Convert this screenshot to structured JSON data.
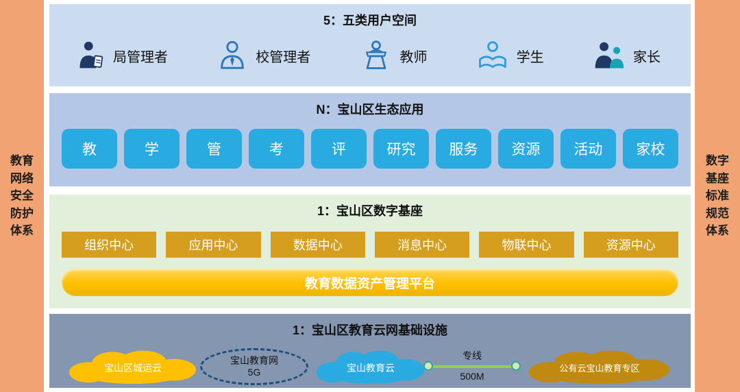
{
  "sidebar_left": {
    "lines": [
      "教育",
      "网络",
      "安全",
      "防护",
      "体系"
    ]
  },
  "sidebar_right": {
    "lines": [
      "数字",
      "基座",
      "标准",
      "规范",
      "体系"
    ]
  },
  "user_space": {
    "title": "5：五类用户空间",
    "users": [
      {
        "label": "局管理者",
        "icon": "bureau-admin-icon"
      },
      {
        "label": "校管理者",
        "icon": "school-admin-icon"
      },
      {
        "label": "教师",
        "icon": "teacher-icon"
      },
      {
        "label": "学生",
        "icon": "student-icon"
      },
      {
        "label": "家长",
        "icon": "parents-icon"
      }
    ]
  },
  "apps": {
    "title": "N：宝山区生态应用",
    "items": [
      "教",
      "学",
      "管",
      "考",
      "评",
      "研究",
      "服务",
      "资源",
      "活动",
      "家校"
    ]
  },
  "base": {
    "title": "1：宝山区数字基座",
    "centers": [
      "组织中心",
      "应用中心",
      "数据中心",
      "消息中心",
      "物联中心",
      "资源中心"
    ],
    "platform": "教育数据资产管理平台"
  },
  "infra": {
    "title": "1：宝山区教育云网基础设施",
    "cloud_city": "宝山区城运云",
    "network_line1": "宝山教育网",
    "network_line2": "5G",
    "cloud_edu": "宝山教育云",
    "link_top": "专线",
    "link_bottom": "500M",
    "cloud_public": "公有云宝山教育专区"
  },
  "colors": {
    "pillar_orange": "#F2A374",
    "band_users_blue": "#CBDCF1",
    "band_apps_blue": "#B4C7E7",
    "band_base_green": "#E2EFDA",
    "band_infra_gray": "#8496B0",
    "tile_cyan": "#29ABE2",
    "center_gold": "#D69E1E",
    "platform_gold": "#FFC000",
    "cloud_yellow": "#FFC000",
    "cloud_blue": "#29ABE2",
    "cloud_bronze": "#C08A10",
    "link_green": "#92D050",
    "dashed_navy": "#1F4E79"
  }
}
